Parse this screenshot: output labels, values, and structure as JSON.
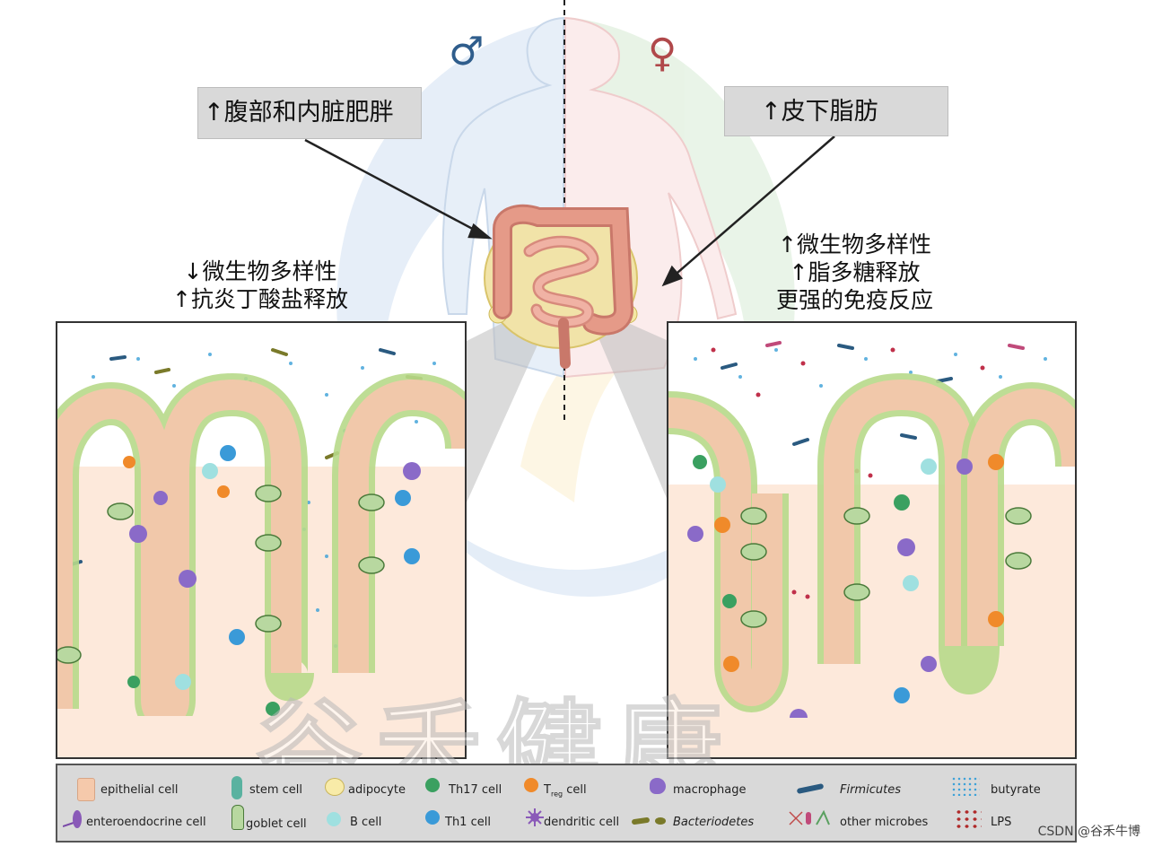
{
  "symbols": {
    "male": "♂",
    "female": "♀",
    "male_color": "#2f5d8c",
    "female_color": "#b0484a"
  },
  "callouts": {
    "male": "↑腹部和内脏肥胖",
    "female": "↑皮下脂肪"
  },
  "notes": {
    "male": [
      "↓微生物多样性",
      "↑抗炎丁酸盐释放"
    ],
    "female": [
      "↑微生物多样性",
      "↑脂多糖释放",
      "更强的免疫反应"
    ]
  },
  "legend": {
    "epithelial": "epithelial cell",
    "enteroendocrine": "enteroendocrine cell",
    "stem": "stem cell",
    "goblet": "goblet cell",
    "adipocyte": "adipocyte",
    "bcell": "B cell",
    "th17": "Th17 cell",
    "th1": "Th1 cell",
    "treg_main": "T",
    "treg_sub": "reg",
    "treg_rest": " cell",
    "macrophage": "macrophage",
    "dendritic": "dendritic cell",
    "firmicutes": "Firmicutes",
    "bacteriodetes": "Bacteriodetes",
    "other": "other microbes",
    "butyrate": "butyrate",
    "lps": "LPS"
  },
  "watermark": "谷禾健康",
  "credit": "CSDN @谷禾牛博"
}
